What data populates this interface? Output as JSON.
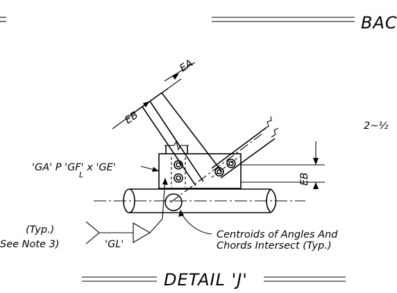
{
  "header": {
    "left_fragment": "",
    "right_fragment": "BAC"
  },
  "labels": {
    "ea": "EA",
    "eb_diag": "EB",
    "eb_vert": "EB",
    "plate_spec": "'GA' P 'GF' x 'GE'",
    "plate_sub": "L",
    "fraction": "2~½",
    "typ": "(Typ.)",
    "see_note": "See Note 3)",
    "gl": "'GL'",
    "centroids_line1": "Centroids of Angles And",
    "centroids_line2": "Chords Intersect (Typ.)"
  },
  "title": {
    "text": "DETAIL 'J'"
  }
}
